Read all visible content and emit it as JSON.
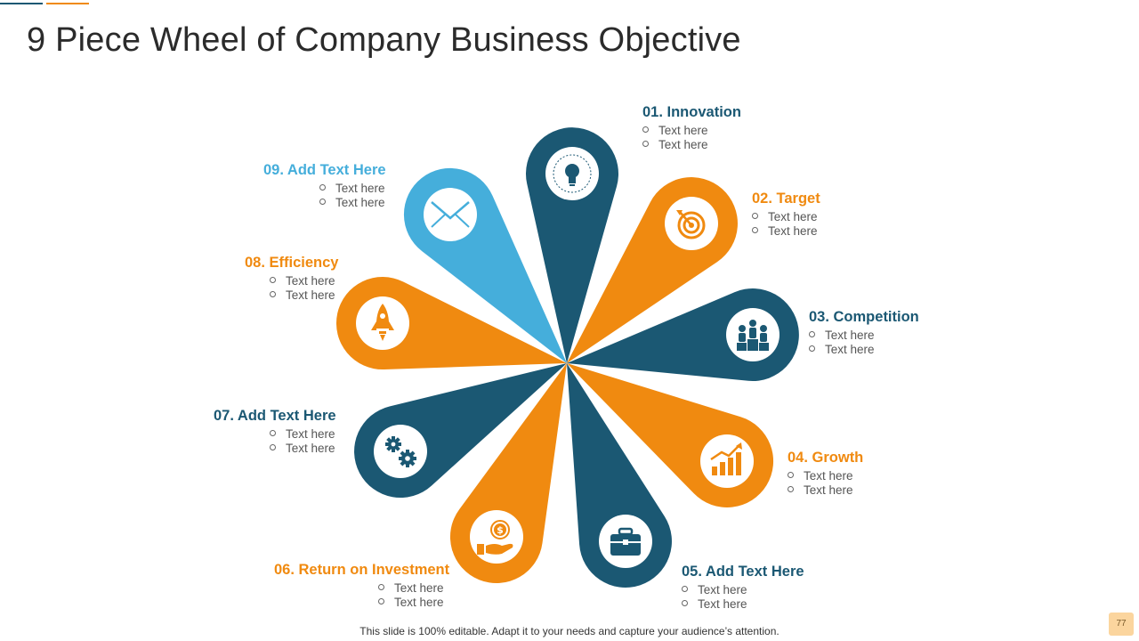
{
  "slide": {
    "title": "9 Piece Wheel of Company Business Objective",
    "footer": "This slide is 100% editable. Adapt it to your needs and capture your audience’s attention.",
    "page_number": "77"
  },
  "colors": {
    "dark_teal": "#1b5873",
    "orange": "#f08a10",
    "light_blue": "#45aedb",
    "icon_dark": "#1b5873",
    "icon_orange": "#f08a10"
  },
  "petals": [
    {
      "title": "01. Innovation",
      "bullets": [
        "Text here",
        "Text here"
      ],
      "color": "#1b5873",
      "icon": "lightbulb-icon"
    },
    {
      "title": "02. Target",
      "bullets": [
        "Text here",
        "Text here"
      ],
      "color": "#f08a10",
      "icon": "target-icon"
    },
    {
      "title": "03. Competition",
      "bullets": [
        "Text here",
        "Text here"
      ],
      "color": "#1b5873",
      "icon": "podium-icon"
    },
    {
      "title": "04. Growth",
      "bullets": [
        "Text here",
        "Text here"
      ],
      "color": "#f08a10",
      "icon": "growth-chart-icon"
    },
    {
      "title": "05. Add Text Here",
      "bullets": [
        "Text here",
        "Text here"
      ],
      "color": "#1b5873",
      "icon": "briefcase-icon"
    },
    {
      "title": "06. Return on Investment",
      "bullets": [
        "Text here",
        "Text here"
      ],
      "color": "#f08a10",
      "icon": "money-hand-icon"
    },
    {
      "title": "07. Add Text Here",
      "bullets": [
        "Text here",
        "Text here"
      ],
      "color": "#1b5873",
      "icon": "gears-icon"
    },
    {
      "title": "08. Efficiency",
      "bullets": [
        "Text here",
        "Text here"
      ],
      "color": "#f08a10",
      "icon": "rocket-icon"
    },
    {
      "title": "09. Add Text Here",
      "bullets": [
        "Text here",
        "Text here"
      ],
      "color": "#45aedb",
      "icon": "envelope-icon"
    }
  ]
}
